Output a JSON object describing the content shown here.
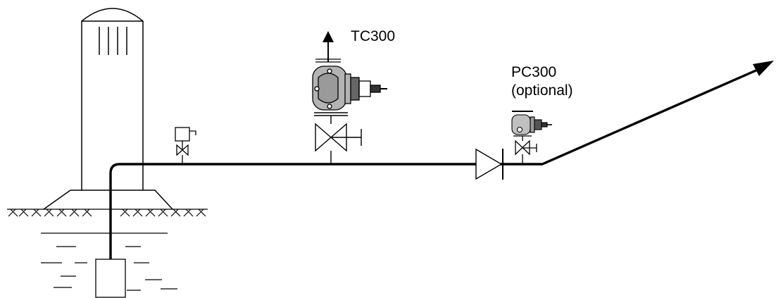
{
  "labels": {
    "tc300": "TC300",
    "pc300": "PC300",
    "pc300_note": "(optional)"
  },
  "colors": {
    "line": "#000000",
    "valve_body": "#b3b3b3",
    "background": "#ffffff"
  }
}
